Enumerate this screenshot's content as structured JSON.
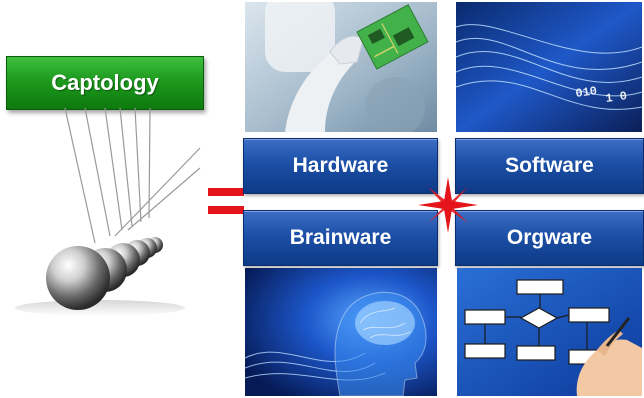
{
  "captology_label": "Captology",
  "categories": [
    {
      "key": "hardware",
      "label": "Hardware"
    },
    {
      "key": "software",
      "label": "Software"
    },
    {
      "key": "brainware",
      "label": "Brainware"
    },
    {
      "key": "orgware",
      "label": "Orgware"
    }
  ],
  "colors": {
    "captology_green": "#1e9a1e",
    "category_blue": "#1c4fa6",
    "accent_red": "#e4141b"
  },
  "images": [
    "hardware-photo",
    "software-photo",
    "brainware-photo",
    "orgware-photo",
    "newtons-cradle"
  ],
  "symbols": [
    "equals-sign",
    "star-connector"
  ]
}
